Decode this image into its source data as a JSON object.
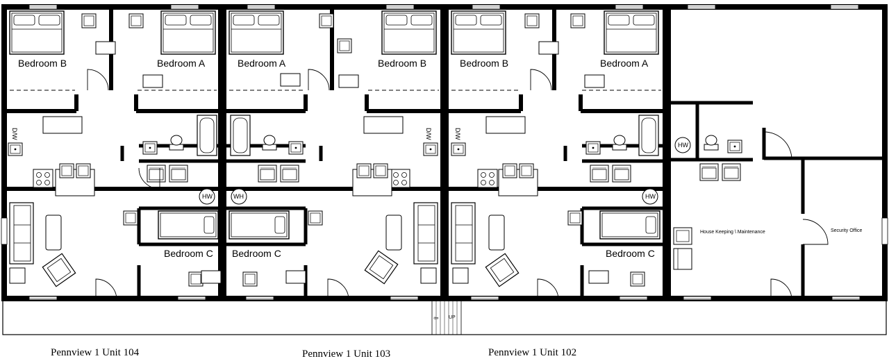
{
  "units": [
    {
      "caption": "Pennview 1 Unit 104",
      "rooms": [
        "Bedroom B",
        "Bedroom A",
        "Bedroom C"
      ],
      "tags": [
        "D/W",
        "HW"
      ]
    },
    {
      "caption": "Pennview 1 Unit 103",
      "rooms": [
        "Bedroom A",
        "Bedroom B",
        "Bedroom C"
      ],
      "tags": [
        "D/W",
        "WH"
      ]
    },
    {
      "caption": "Pennview 1 Unit 102",
      "rooms": [
        "Bedroom B",
        "Bedroom A",
        "Bedroom C"
      ],
      "tags": [
        "D/W",
        "HW"
      ]
    }
  ],
  "service": {
    "housekeeping": "House Keeping \\ Maintenance",
    "security": "Security Office",
    "hw": "HW"
  },
  "walkway": {
    "arrow": "⇦",
    "up": "UP"
  }
}
